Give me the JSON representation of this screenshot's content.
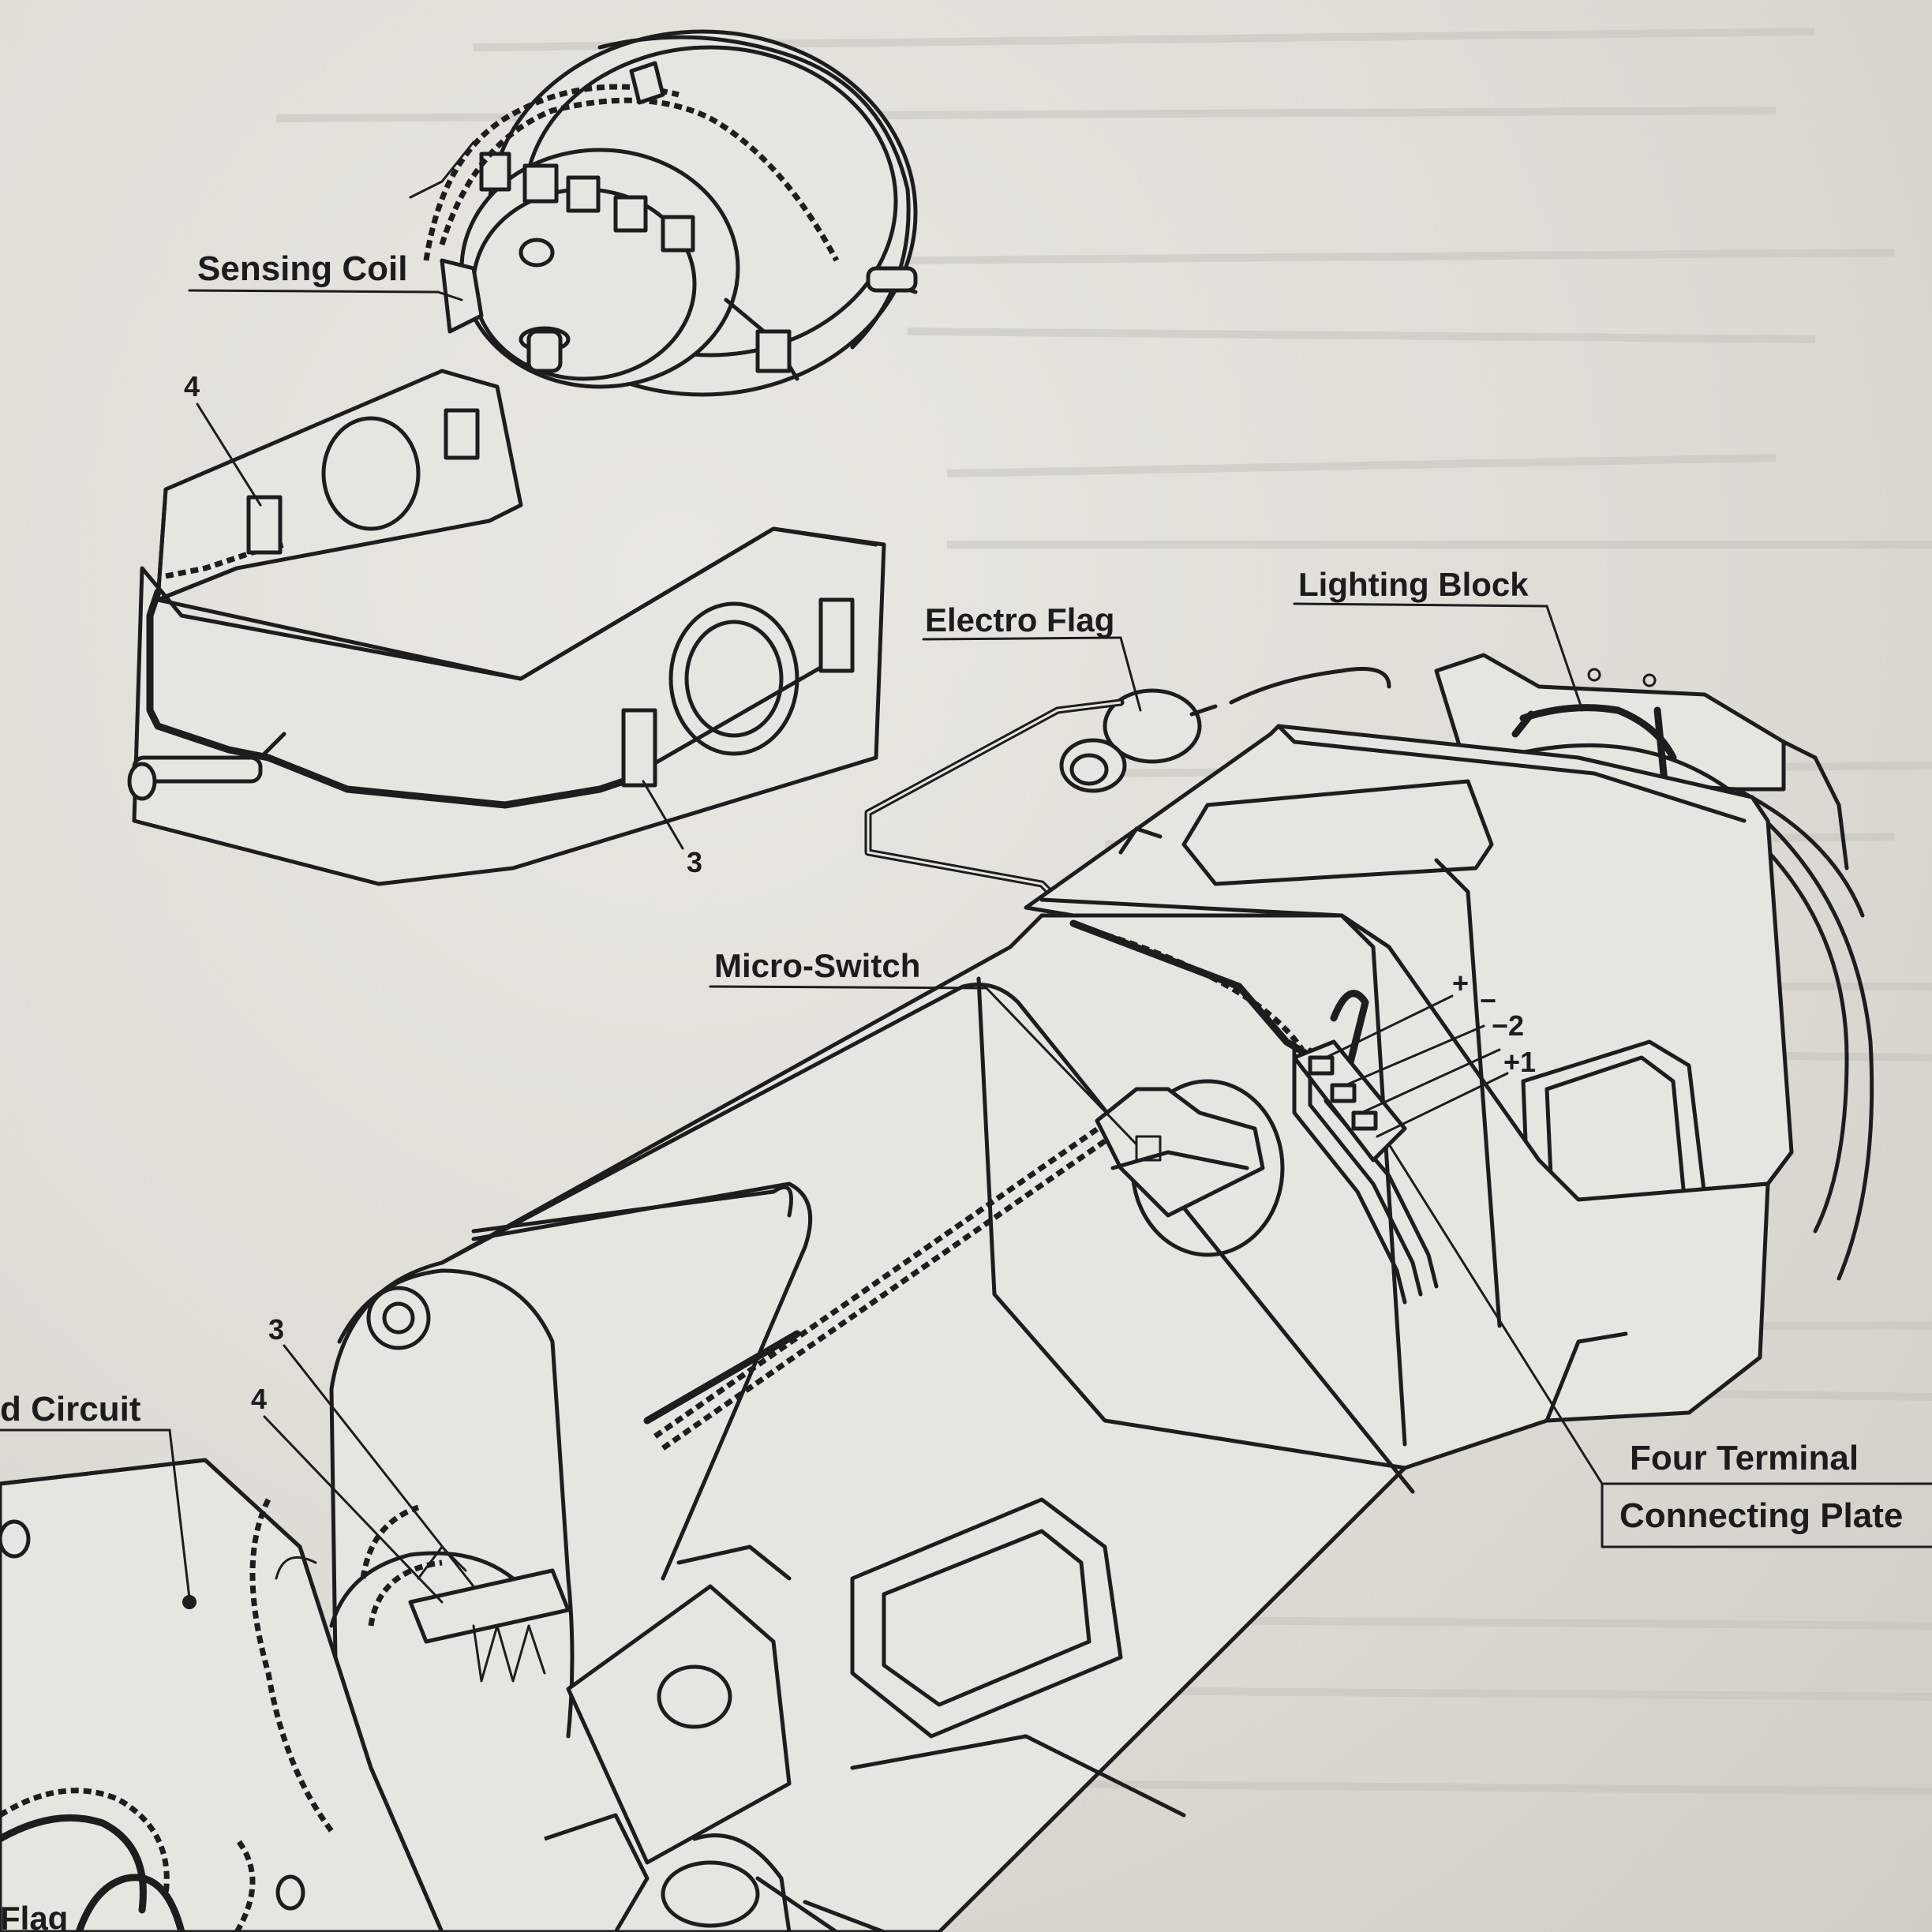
{
  "diagram": {
    "labels": {
      "sensing_coil": "Sensing Coil",
      "lighting_block": "Lighting Block",
      "electro_flag": "Electro Flag",
      "micro_switch": "Micro-Switch",
      "four_terminal_line1": "Four Terminal",
      "four_terminal_line2": "Connecting Plate",
      "circuit_partial": "d Circuit",
      "flag_partial": "Flag",
      "terminal_plus": "+",
      "terminal_minus": "−",
      "terminal_minus2": "−2",
      "terminal_plus1": "+1",
      "num_4_top": "4",
      "num_3_top": "3",
      "num_3_bottom": "3",
      "num_4_bottom": "4"
    }
  }
}
